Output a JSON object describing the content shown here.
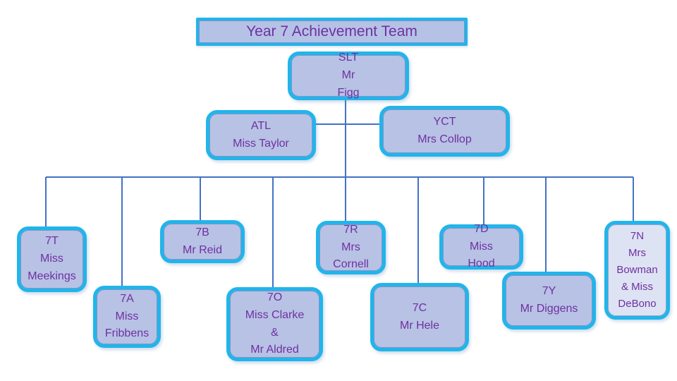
{
  "title": {
    "label": "Year 7 Achievement Team"
  },
  "colors": {
    "box_border": "#20B5EB",
    "box_fill": "#B7C2E5",
    "box_fill_light": "#DDE3F3",
    "text": "#7030A0",
    "connector": "#4472C4"
  },
  "nodes": {
    "slt": {
      "lines": [
        "SLT",
        "Mr",
        "Figg"
      ]
    },
    "atl": {
      "lines": [
        "ATL",
        "Miss Taylor"
      ]
    },
    "yct": {
      "lines": [
        "YCT",
        "Mrs Collop"
      ]
    },
    "c7t": {
      "lines": [
        "7T",
        "Miss",
        "Meekings"
      ]
    },
    "c7a": {
      "lines": [
        "7A",
        "Miss",
        "Fribbens"
      ]
    },
    "c7b": {
      "lines": [
        "7B",
        "Mr Reid"
      ]
    },
    "c7o": {
      "lines": [
        "7O",
        "Miss Clarke",
        "&",
        "Mr Aldred"
      ]
    },
    "c7r": {
      "lines": [
        "7R",
        "Mrs",
        "Cornell"
      ]
    },
    "c7c": {
      "lines": [
        "7C",
        "Mr Hele"
      ]
    },
    "c7d": {
      "lines": [
        "7D",
        "Miss",
        "Hood"
      ]
    },
    "c7y": {
      "lines": [
        "7Y",
        "Mr Diggens"
      ]
    },
    "c7n": {
      "lines": [
        "7N",
        "Mrs",
        "Bowman",
        "& Miss",
        "DeBono"
      ]
    }
  }
}
